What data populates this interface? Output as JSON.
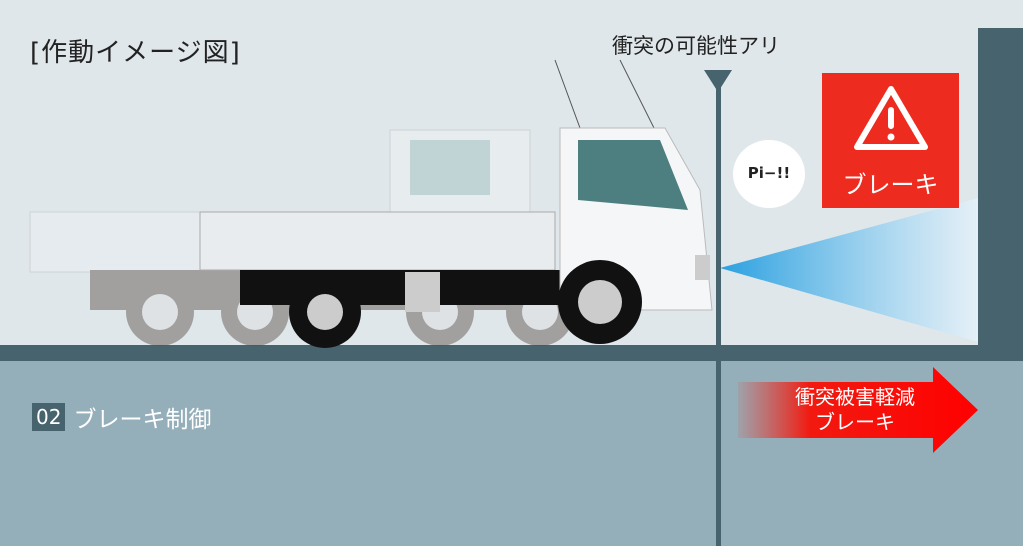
{
  "title": "[作動イメージ図]",
  "collision_label": "衝突の可能性アリ",
  "warning": {
    "label": "ブレーキ",
    "icon": "warning-triangle-icon",
    "color": "#ee2b1f"
  },
  "bubble_text": "Pi−!!",
  "step": {
    "number": "02",
    "label": "ブレーキ制御"
  },
  "arrow_label": {
    "line1": "衝突被害軽減",
    "line2": "ブレーキ"
  },
  "colors": {
    "sky": "#dfe7ea",
    "ground": "#46636e",
    "lower": "#95afba",
    "sensor": "#2aa0e0"
  }
}
